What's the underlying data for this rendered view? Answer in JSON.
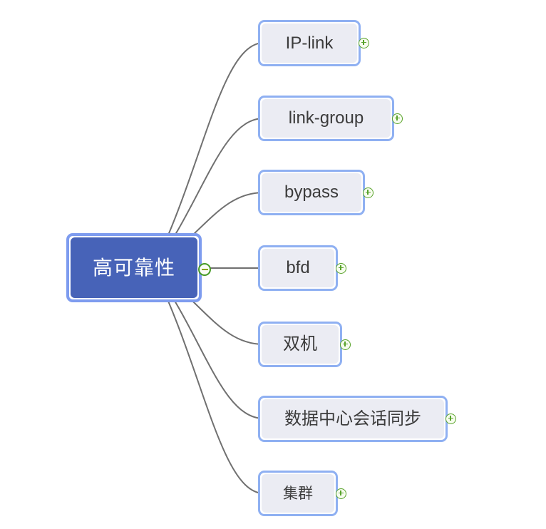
{
  "mindmap": {
    "root": {
      "label": "高可靠性",
      "collapse_icon": "minus-in-circle"
    },
    "children": [
      {
        "label": "IP-link",
        "expand_icon": "plus-in-circle"
      },
      {
        "label": "link-group",
        "expand_icon": "plus-in-circle"
      },
      {
        "label": "bypass",
        "expand_icon": "plus-in-circle"
      },
      {
        "label": "bfd",
        "expand_icon": "plus-in-circle"
      },
      {
        "label": "双机",
        "expand_icon": "plus-in-circle"
      },
      {
        "label": "数据中心会话同步",
        "expand_icon": "plus-in-circle"
      },
      {
        "label": "集群",
        "expand_icon": "plus-in-circle"
      }
    ],
    "colors": {
      "canvas_bg": "#ffffff",
      "root_fill": "#4763b8",
      "root_border": "#7e9cef",
      "root_text": "#ffffff",
      "child_fill": "#ebecf3",
      "child_border": "#8fb0f2",
      "child_text": "#3b3b3b",
      "connector": "#707070",
      "badge_green": "#58a32a"
    }
  }
}
